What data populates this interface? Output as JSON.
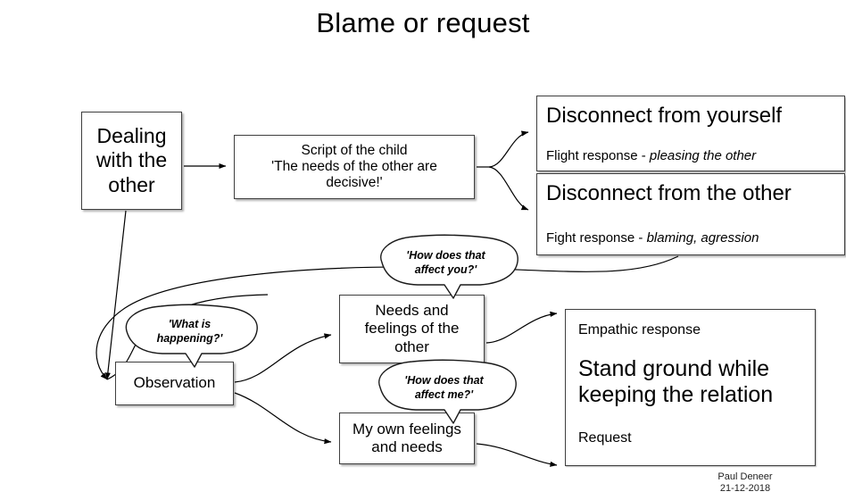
{
  "title": "Blame or request",
  "nodes": {
    "dealing": {
      "line1": "Dealing",
      "line2": "with the",
      "line3": "other"
    },
    "script": {
      "line1": "Script of the child",
      "line2": "'The needs of the other are",
      "line3": "decisive!'"
    },
    "disconnect_self": {
      "heading": "Disconnect from yourself",
      "sub_prefix": "Flight response - ",
      "sub_emphasis": "pleasing the other"
    },
    "disconnect_other": {
      "heading": "Disconnect from the other",
      "sub_prefix": "Fight response - ",
      "sub_emphasis": "blaming, agression"
    },
    "observation": {
      "label": "Observation"
    },
    "needs_other": {
      "line1": "Needs and",
      "line2": "feelings of the",
      "line3": "other"
    },
    "my_own": {
      "line1": "My own feelings",
      "line2": "and needs"
    },
    "outcome": {
      "top_label": "Empathic response",
      "headline_line1": "Stand ground while",
      "headline_line2": "keeping the relation",
      "bottom_label": "Request"
    }
  },
  "bubbles": {
    "affect_you": {
      "line1": "'How does that",
      "line2": "affect you?'"
    },
    "what_happening": {
      "line1": "'What is",
      "line2": "happening?'"
    },
    "affect_me": {
      "line1": "'How does that",
      "line2": "affect me?'"
    }
  },
  "credit": {
    "author": "Paul Deneer",
    "date": "21-12-2018"
  },
  "colors": {
    "background": "#ffffff",
    "ink": "#000000",
    "stroke": "#3f3f3f",
    "edge": "#000000"
  },
  "diagram": {
    "type": "flowchart",
    "edges": [
      {
        "from": "dealing",
        "to": "script",
        "style": "straight-arrow"
      },
      {
        "from": "script",
        "to": "disconnect_self",
        "style": "curve-arrow"
      },
      {
        "from": "script",
        "to": "disconnect_other",
        "style": "curve-arrow"
      },
      {
        "from": "dealing",
        "to": "observation",
        "style": "diagonal-arrow"
      },
      {
        "from": "disconnect_other",
        "to": "observation",
        "style": "long-loop-arrow"
      },
      {
        "from": "bubble_affect_you",
        "to": "observation",
        "style": "long-loop-arrow"
      },
      {
        "from": "observation",
        "to": "needs_other",
        "style": "curve-arrow"
      },
      {
        "from": "observation",
        "to": "my_own",
        "style": "curve-arrow"
      },
      {
        "from": "needs_other",
        "to": "outcome",
        "style": "curve-arrow"
      },
      {
        "from": "my_own",
        "to": "outcome",
        "style": "curve-arrow"
      }
    ]
  }
}
